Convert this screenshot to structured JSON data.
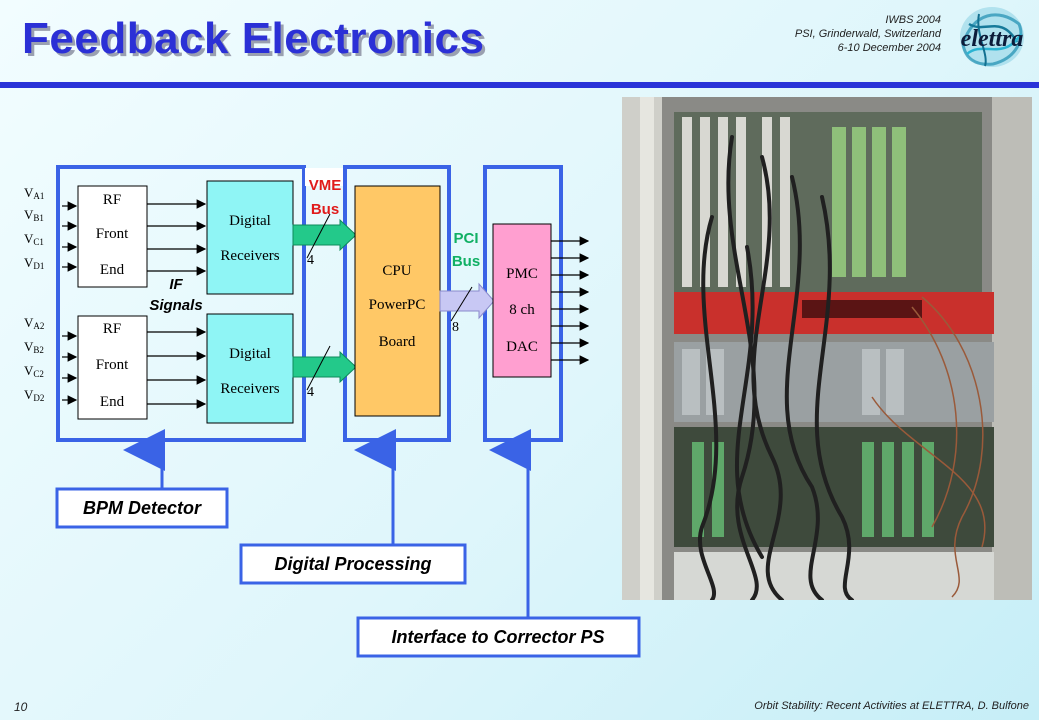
{
  "header": {
    "title": "Feedback Electronics",
    "conference": [
      "IWBS 2004",
      "PSI, Grinderwald, Switzerland",
      "6-10 December 2004"
    ],
    "logo_text": "elettra",
    "logo_icon": "elettra-logo-icon"
  },
  "footer": {
    "page_number": "10",
    "text": "Orbit Stability: Recent Activities at ELETTRA, D. Bulfone"
  },
  "diagram": {
    "inputs_group1": [
      {
        "v": "V",
        "sub": "A1"
      },
      {
        "v": "V",
        "sub": "B1"
      },
      {
        "v": "V",
        "sub": "C1"
      },
      {
        "v": "V",
        "sub": "D1"
      }
    ],
    "inputs_group2": [
      {
        "v": "V",
        "sub": "A2"
      },
      {
        "v": "V",
        "sub": "B2"
      },
      {
        "v": "V",
        "sub": "C2"
      },
      {
        "v": "V",
        "sub": "D2"
      }
    ],
    "rf_front_end": [
      "RF",
      "Front",
      "End"
    ],
    "digital_receivers": [
      "Digital",
      "Receivers"
    ],
    "if_signals": [
      "IF",
      "Signals"
    ],
    "vme_bus": [
      "VME",
      "Bus"
    ],
    "vme_width": "4",
    "cpu_board": [
      "CPU",
      "PowerPC",
      "Board"
    ],
    "pci_bus": [
      "PCI",
      "Bus"
    ],
    "pci_width": "8",
    "pmc_dac": [
      "PMC",
      "8 ch",
      "DAC"
    ],
    "labels": {
      "bpm_detector": "BPM Detector",
      "digital_processing": "Digital Processing",
      "interface": "Interface to Corrector PS"
    },
    "colors": {
      "frame": "#3a63e6",
      "digital_receiver": "#8ff5f5",
      "cpu": "#ffc866",
      "pmc": "#ff9fd0",
      "vme_arrow": "#23c98a",
      "pci_arrow": "#c8c8f4",
      "vme_text": "#e01b1b",
      "pci_text": "#10b064"
    }
  },
  "photo": {
    "icon": "electronics-rack-photo"
  }
}
